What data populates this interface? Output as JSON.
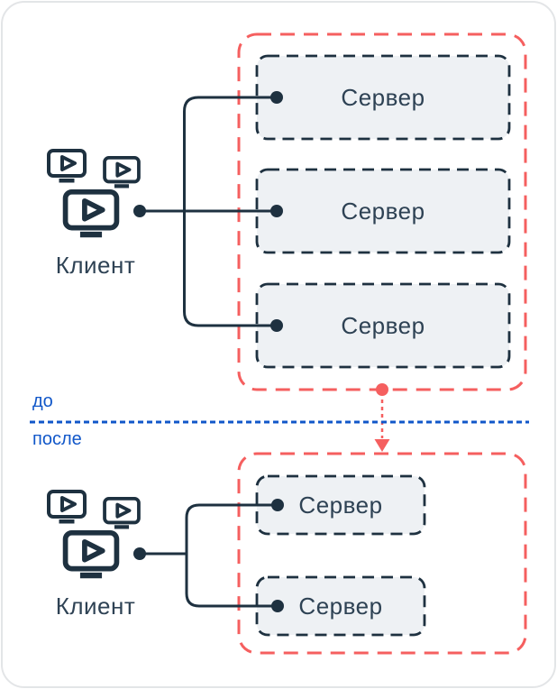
{
  "diagram": {
    "before": {
      "section_label": "до",
      "client": {
        "label": "Клиент",
        "icon": "monitor-play-cluster-icon"
      },
      "servers": [
        "Сервер",
        "Сервер",
        "Сервер"
      ]
    },
    "after": {
      "section_label": "после",
      "client": {
        "label": "Клиент",
        "icon": "monitor-play-cluster-icon"
      },
      "servers": [
        "Сервер",
        "Сервер"
      ]
    },
    "icons": {
      "client": "monitor-play-icon",
      "transition": "arrow-down-dotted-icon"
    }
  },
  "palette": {
    "dark": "#1e3140",
    "label_dark": "#2e4254",
    "blue": "#1157c9",
    "red": "#f55f5f",
    "box_fill": "#eef1f4",
    "card_border": "#e3e5e7",
    "background": "#ffffff"
  }
}
